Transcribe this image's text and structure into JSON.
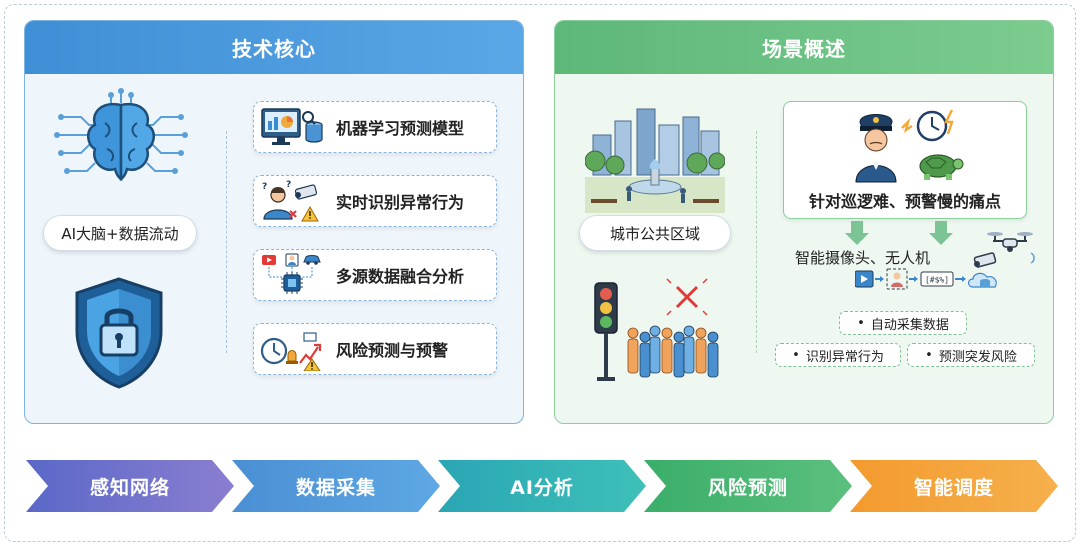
{
  "left_panel": {
    "title": "技术核心",
    "brain_label": "AI大脑+数据流动",
    "features": [
      {
        "label": "机器学习预测模型",
        "icon": "monitor-chart-database-icon"
      },
      {
        "label": "实时识别异常行为",
        "icon": "person-camera-warning-icon"
      },
      {
        "label": "多源数据融合分析",
        "icon": "multi-source-chip-icon"
      },
      {
        "label": "风险预测与预警",
        "icon": "clock-alarm-trend-icon"
      }
    ],
    "icons": {
      "brain": "brain-circuit-icon",
      "shield": "shield-lock-icon"
    }
  },
  "right_panel": {
    "title": "场景概述",
    "city_label": "城市公共区域",
    "pain_point": "针对巡逻难、预警慢的痛点",
    "devices_label": "智能摄像头、无人机",
    "flow_chip": "[#$%]",
    "tags": [
      "自动采集数据",
      "识别异常行为",
      "预测突发风险"
    ],
    "icons": {
      "city": "city-park-icon",
      "traffic": "traffic-light-crowd-icon",
      "pain": "police-clock-turtle-icon",
      "device": "camera-drone-icon",
      "flow": "video-person-cloud-flow-icon"
    }
  },
  "pipeline": [
    {
      "label": "感知网络",
      "color_from": "#5a68c8",
      "color_to": "#8a7ed0"
    },
    {
      "label": "数据采集",
      "color_from": "#4a8fd4",
      "color_to": "#5ea8e4"
    },
    {
      "label": "AI分析",
      "color_from": "#2aa6b4",
      "color_to": "#3ec0b8"
    },
    {
      "label": "风险预测",
      "color_from": "#3aae6a",
      "color_to": "#5cc07e"
    },
    {
      "label": "智能调度",
      "color_from": "#f39a2e",
      "color_to": "#f6b04c"
    }
  ]
}
